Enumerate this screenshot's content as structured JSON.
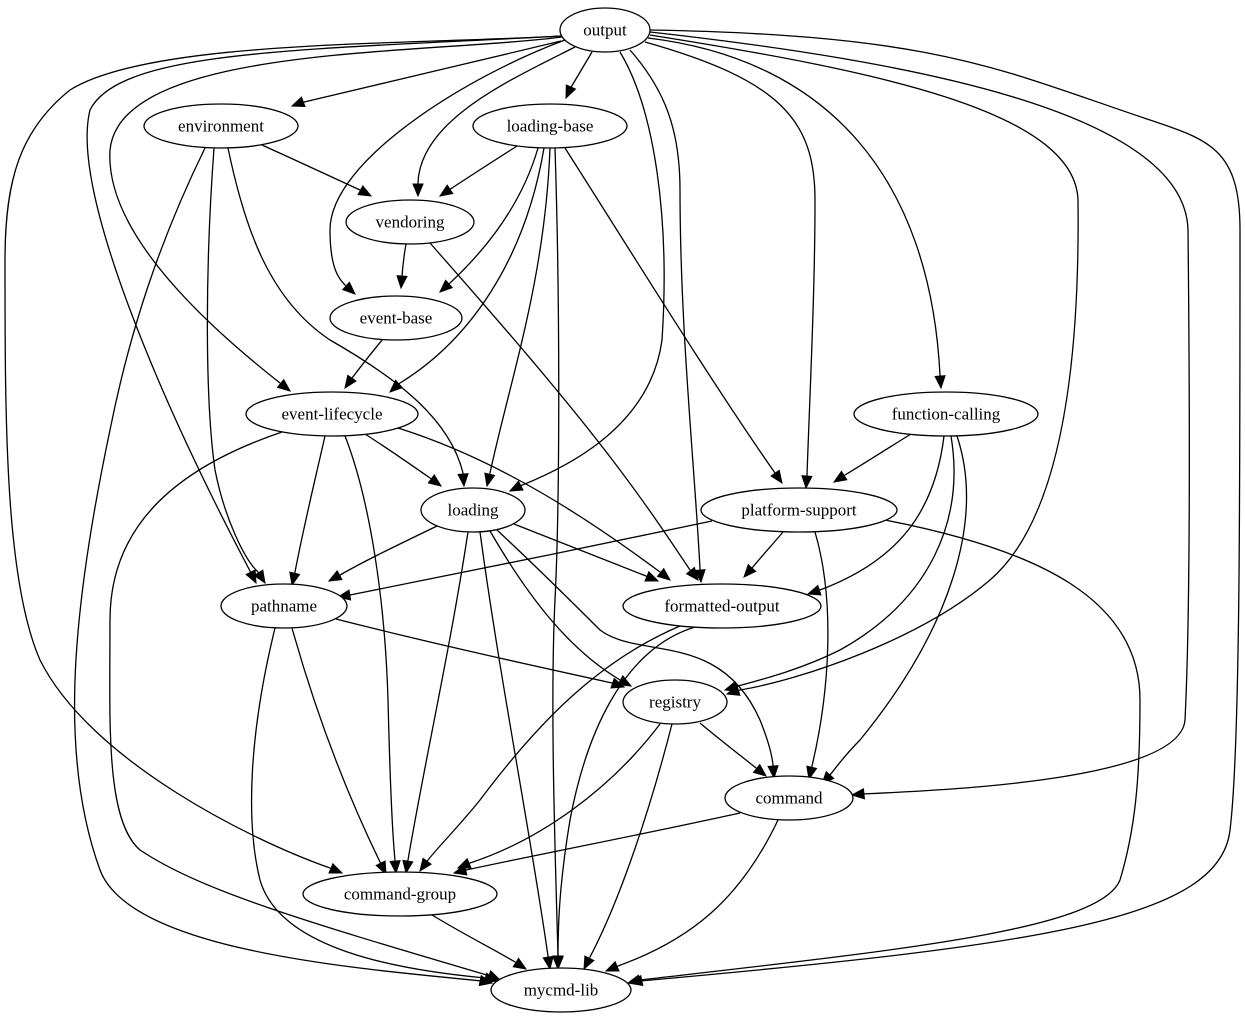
{
  "diagram": {
    "type": "directed-graph",
    "nodes": [
      {
        "id": "output",
        "label": "output"
      },
      {
        "id": "environment",
        "label": "environment"
      },
      {
        "id": "loading-base",
        "label": "loading-base"
      },
      {
        "id": "vendoring",
        "label": "vendoring"
      },
      {
        "id": "event-base",
        "label": "event-base"
      },
      {
        "id": "event-lifecycle",
        "label": "event-lifecycle"
      },
      {
        "id": "function-calling",
        "label": "function-calling"
      },
      {
        "id": "loading",
        "label": "loading"
      },
      {
        "id": "platform-support",
        "label": "platform-support"
      },
      {
        "id": "pathname",
        "label": "pathname"
      },
      {
        "id": "formatted-output",
        "label": "formatted-output"
      },
      {
        "id": "registry",
        "label": "registry"
      },
      {
        "id": "command",
        "label": "command"
      },
      {
        "id": "command-group",
        "label": "command-group"
      },
      {
        "id": "mycmd-lib",
        "label": "mycmd-lib"
      }
    ],
    "edges": [
      {
        "from": "output",
        "to": "environment"
      },
      {
        "from": "output",
        "to": "loading-base"
      },
      {
        "from": "output",
        "to": "vendoring"
      },
      {
        "from": "output",
        "to": "event-base"
      },
      {
        "from": "output",
        "to": "event-lifecycle"
      },
      {
        "from": "output",
        "to": "function-calling"
      },
      {
        "from": "output",
        "to": "loading"
      },
      {
        "from": "output",
        "to": "platform-support"
      },
      {
        "from": "output",
        "to": "pathname"
      },
      {
        "from": "output",
        "to": "formatted-output"
      },
      {
        "from": "output",
        "to": "registry"
      },
      {
        "from": "output",
        "to": "command"
      },
      {
        "from": "output",
        "to": "command-group"
      },
      {
        "from": "output",
        "to": "mycmd-lib"
      },
      {
        "from": "environment",
        "to": "vendoring"
      },
      {
        "from": "environment",
        "to": "loading"
      },
      {
        "from": "environment",
        "to": "pathname"
      },
      {
        "from": "environment",
        "to": "mycmd-lib"
      },
      {
        "from": "loading-base",
        "to": "vendoring"
      },
      {
        "from": "loading-base",
        "to": "event-base"
      },
      {
        "from": "loading-base",
        "to": "event-lifecycle"
      },
      {
        "from": "loading-base",
        "to": "loading"
      },
      {
        "from": "loading-base",
        "to": "platform-support"
      },
      {
        "from": "loading-base",
        "to": "mycmd-lib"
      },
      {
        "from": "vendoring",
        "to": "event-base"
      },
      {
        "from": "vendoring",
        "to": "formatted-output"
      },
      {
        "from": "event-base",
        "to": "event-lifecycle"
      },
      {
        "from": "event-lifecycle",
        "to": "loading"
      },
      {
        "from": "event-lifecycle",
        "to": "pathname"
      },
      {
        "from": "event-lifecycle",
        "to": "formatted-output"
      },
      {
        "from": "event-lifecycle",
        "to": "command-group"
      },
      {
        "from": "event-lifecycle",
        "to": "mycmd-lib"
      },
      {
        "from": "function-calling",
        "to": "platform-support"
      },
      {
        "from": "function-calling",
        "to": "formatted-output"
      },
      {
        "from": "function-calling",
        "to": "registry"
      },
      {
        "from": "function-calling",
        "to": "command"
      },
      {
        "from": "loading",
        "to": "pathname"
      },
      {
        "from": "loading",
        "to": "formatted-output"
      },
      {
        "from": "loading",
        "to": "registry"
      },
      {
        "from": "loading",
        "to": "command"
      },
      {
        "from": "loading",
        "to": "command-group"
      },
      {
        "from": "loading",
        "to": "mycmd-lib"
      },
      {
        "from": "platform-support",
        "to": "pathname"
      },
      {
        "from": "platform-support",
        "to": "formatted-output"
      },
      {
        "from": "platform-support",
        "to": "command"
      },
      {
        "from": "platform-support",
        "to": "mycmd-lib"
      },
      {
        "from": "pathname",
        "to": "registry"
      },
      {
        "from": "pathname",
        "to": "command-group"
      },
      {
        "from": "pathname",
        "to": "mycmd-lib"
      },
      {
        "from": "formatted-output",
        "to": "command-group"
      },
      {
        "from": "formatted-output",
        "to": "mycmd-lib"
      },
      {
        "from": "registry",
        "to": "command"
      },
      {
        "from": "registry",
        "to": "command-group"
      },
      {
        "from": "registry",
        "to": "mycmd-lib"
      },
      {
        "from": "command",
        "to": "command-group"
      },
      {
        "from": "command",
        "to": "mycmd-lib"
      },
      {
        "from": "command-group",
        "to": "mycmd-lib"
      }
    ]
  }
}
